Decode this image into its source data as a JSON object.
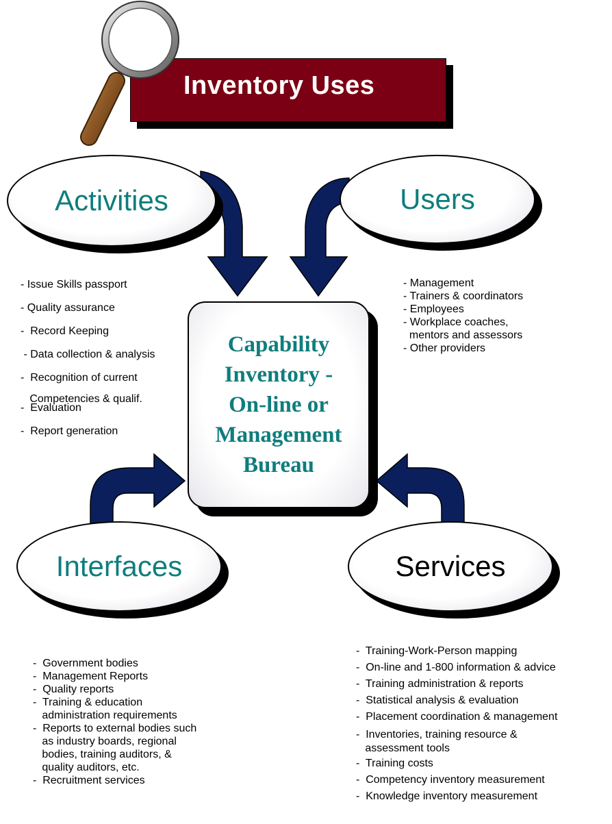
{
  "title": "Inventory Uses",
  "center": {
    "label": "Capability\nInventory -\nOn-line or\nManagement\nBureau"
  },
  "ovals": {
    "activities": "Activities",
    "users": "Users",
    "interfaces": "Interfaces",
    "services": "Services"
  },
  "activities_items": [
    "- Issue Skills passport",
    "- Quality assurance",
    "-  Record Keeping",
    " - Data collection & analysis",
    "-  Recognition of current",
    "   Competencies & qualif.",
    "-  Evaluation",
    "-  Report generation"
  ],
  "users_items": [
    "- Management",
    "- Trainers & coordinators",
    "- Employees",
    "- Workplace coaches,",
    "  mentors and assessors",
    "- Other providers"
  ],
  "interfaces_items": [
    "-  Government bodies",
    "-  Management Reports",
    "-  Quality reports",
    "-  Training & education",
    "   administration requirements",
    "-  Reports to external bodies such",
    "   as industry boards, regional",
    "   bodies, training auditors, &",
    "   quality auditors, etc.",
    "-  Recruitment services"
  ],
  "services_items": [
    "-  Training-Work-Person mapping",
    "-  On-line and 1-800 information & advice",
    "-  Training administration & reports",
    "-  Statistical analysis & evaluation",
    "-  Placement coordination & management",
    "-  Inventories, training resource &",
    "   assessment tools",
    "-  Training costs",
    "-  Competency inventory measurement",
    "-  Knowledge inventory measurement"
  ],
  "colors": {
    "title_bg": "#7b0014",
    "arrow": "#0b1f5c",
    "teal_text": "#0f7d7d"
  },
  "icons": [
    "magnifying-glass-icon"
  ]
}
